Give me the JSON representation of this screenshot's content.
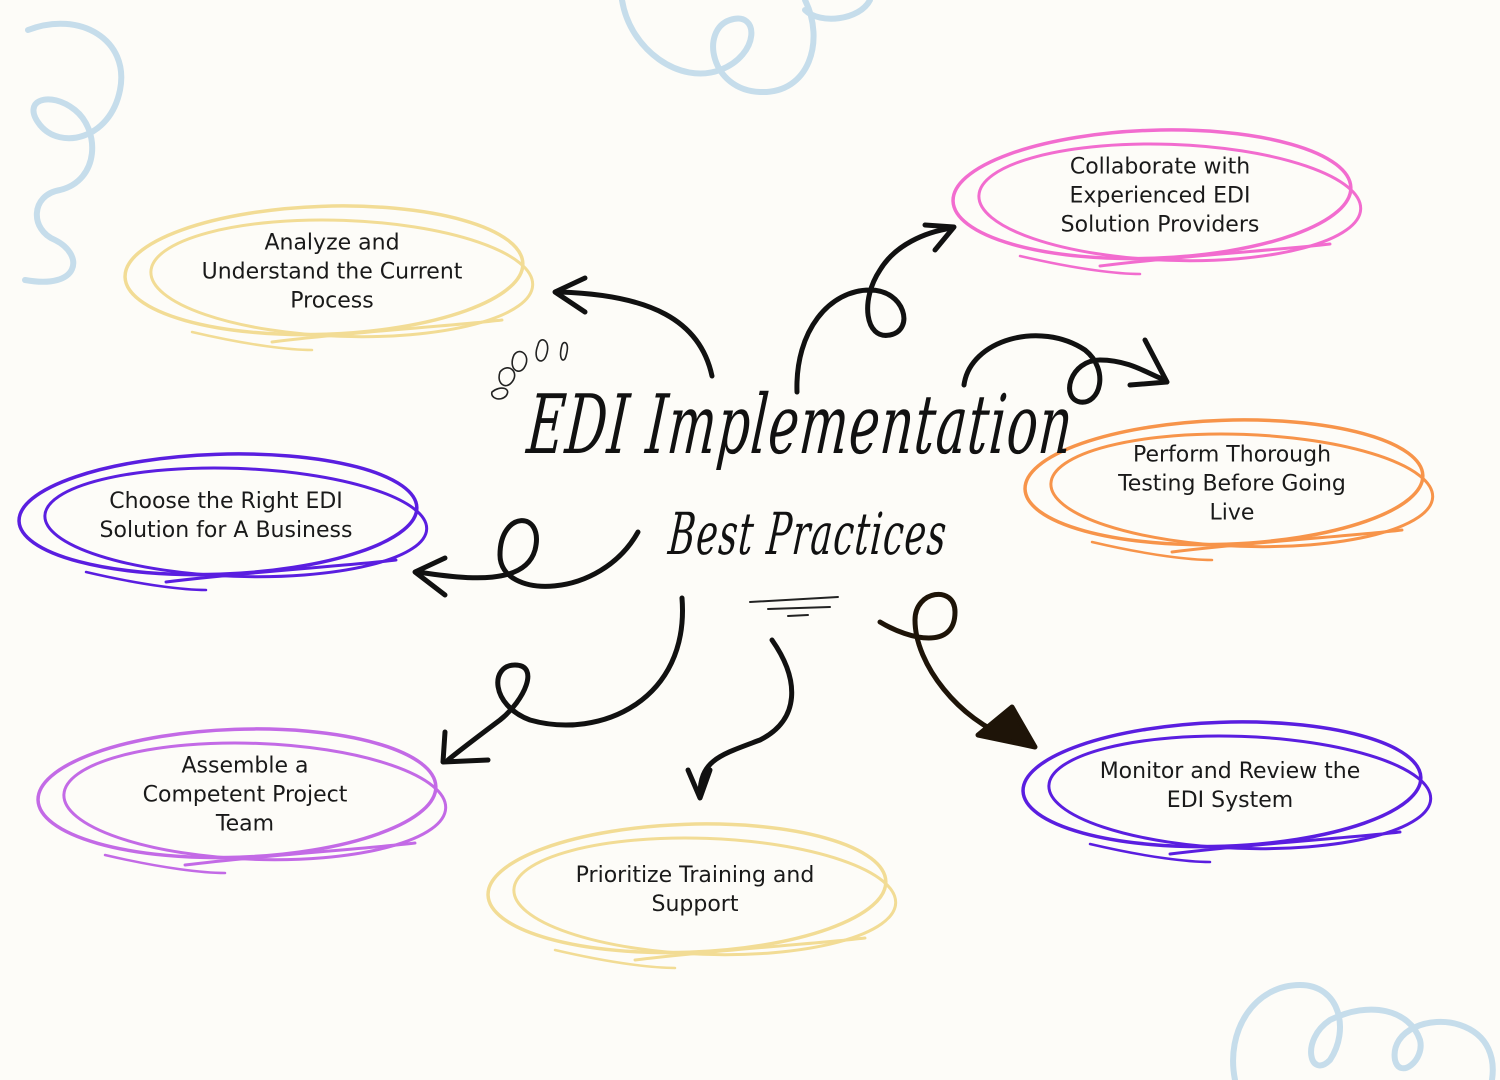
{
  "title": {
    "main": "EDI Implementation",
    "sub": "Best Practices"
  },
  "nodes": [
    {
      "id": "analyze",
      "lines": [
        "Analyze and",
        "Understand the Current",
        "Process"
      ],
      "color": "#f2dc95"
    },
    {
      "id": "choose",
      "lines": [
        "Choose the Right EDI",
        "Solution for A Business"
      ],
      "color": "#5a1ee0"
    },
    {
      "id": "assemble",
      "lines": [
        "Assemble a",
        "Competent Project",
        "Team"
      ],
      "color": "#c36ae6"
    },
    {
      "id": "training",
      "lines": [
        "Prioritize Training and",
        "Support"
      ],
      "color": "#f2dc95"
    },
    {
      "id": "collaborate",
      "lines": [
        "Collaborate with",
        "Experienced EDI",
        "Solution Providers"
      ],
      "color": "#f26ccf"
    },
    {
      "id": "testing",
      "lines": [
        "Perform Thorough",
        "Testing Before Going",
        "Live"
      ],
      "color": "#f7944a"
    },
    {
      "id": "monitor",
      "lines": [
        "Monitor and Review the",
        "EDI System"
      ],
      "color": "#5a1ee0"
    }
  ],
  "colors": {
    "background": "#fdfcf8",
    "arrow": "#111111",
    "arrow_dark": "#1e1408",
    "swirl": "#c6ddeb"
  }
}
